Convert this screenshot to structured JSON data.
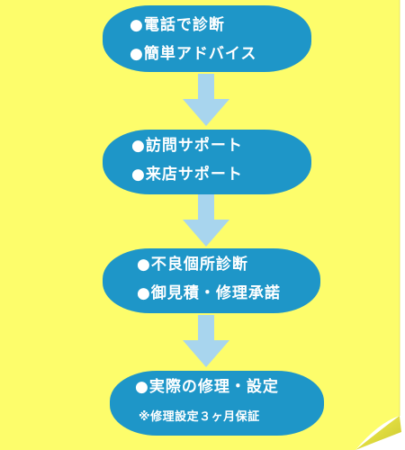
{
  "colors": {
    "note_background": "#fdfd6b",
    "step_fill": "#1e96c8",
    "step_text": "#ffffff",
    "arrow_fill": "#a8d5ee"
  },
  "steps": [
    {
      "line1": "●電話で診断",
      "line2": "●簡単アドバイス"
    },
    {
      "line1": "●訪問サポート",
      "line2": "●来店サポート"
    },
    {
      "line1": "●不良個所診断",
      "line2": "●御見積・修理承諾"
    },
    {
      "line1": "●実際の修理・設定",
      "line2": "※修理設定３ヶ月保証"
    }
  ],
  "arrows": [
    {
      "icon": "down-arrow-icon"
    },
    {
      "icon": "down-arrow-icon"
    },
    {
      "icon": "down-arrow-icon"
    }
  ]
}
